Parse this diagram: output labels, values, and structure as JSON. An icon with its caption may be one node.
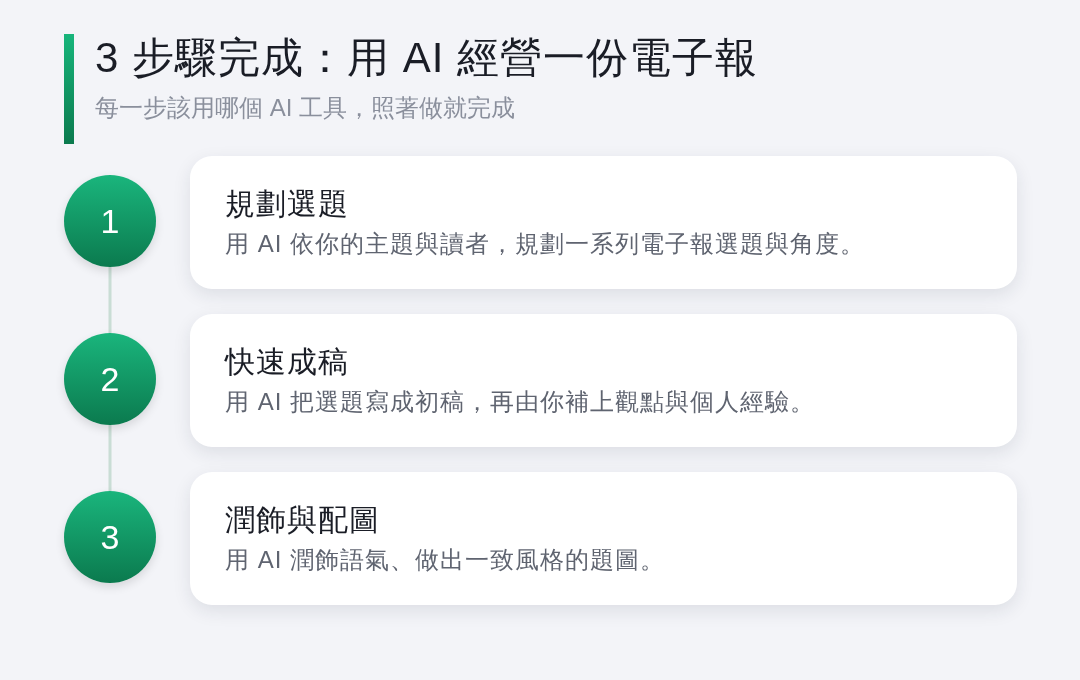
{
  "diagram": {
    "title": "3 步驟完成：用 AI 經營一份電子報",
    "caption": "每一步該用哪個 AI 工具，照著做就完成",
    "nodes": [
      {
        "text": [
          "1"
        ]
      },
      {
        "text": [
          "規劃選題",
          "用 AI 依你的主題與讀者，規劃一系列電子報選題與角度。"
        ]
      },
      {
        "text": [
          "2"
        ]
      },
      {
        "text": [
          "快速成稿",
          "用 AI 把選題寫成初稿，再由你補上觀點與個人經驗。"
        ]
      },
      {
        "text": [
          "3"
        ]
      },
      {
        "text": [
          "潤飾與配圖",
          "用 AI 潤飾語氣、做出一致風格的題圖。"
        ]
      }
    ],
    "edges": [
      {
        "from": 0,
        "to": 2,
        "arrow": "none"
      },
      {
        "from": 2,
        "to": 4,
        "arrow": "none"
      }
    ]
  }
}
